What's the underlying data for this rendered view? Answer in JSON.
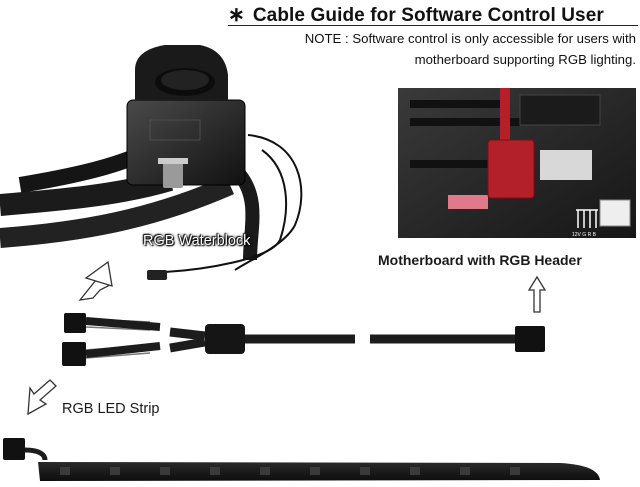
{
  "header": {
    "title_marker": "∗",
    "title": "Cable Guide for Software Control User",
    "note_line1": "NOTE : Software control is only accessible for users with",
    "note_line2": "motherboard supporting RGB lighting."
  },
  "labels": {
    "waterblock": "RGB Waterblock",
    "motherboard": "Motherboard with RGB Header",
    "led_strip": "RGB LED Strip"
  },
  "board_text": {
    "pin_label": "12V G R B"
  },
  "colors": {
    "connector_red": "#b3202a",
    "pin_header": "#e07a8a",
    "cable": "#1c1c1c",
    "board": "#2a2a2a"
  }
}
